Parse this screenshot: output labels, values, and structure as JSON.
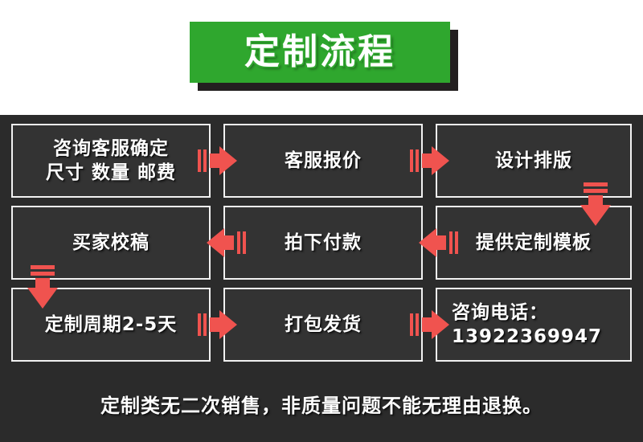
{
  "header": {
    "title": "定制流程"
  },
  "colors": {
    "banner_green": "#2FA72E",
    "banner_shadow": "#231f20",
    "panel_bg": "#2b2b2b",
    "box_bg": "#333333",
    "box_border": "#f2f2f2",
    "arrow_red": "#F0534F",
    "text_white": "#ffffff",
    "page_bg": "#ffffff"
  },
  "flow": {
    "rows": [
      {
        "direction": "right",
        "boxes": [
          {
            "text": "咨询客服确定\n尺寸 数量 邮费",
            "align": "center"
          },
          {
            "text": "客服报价",
            "align": "center"
          },
          {
            "text": "设计排版",
            "align": "center"
          }
        ]
      },
      {
        "direction": "left",
        "boxes": [
          {
            "text": "买家校稿",
            "align": "center"
          },
          {
            "text": "拍下付款",
            "align": "center"
          },
          {
            "text": "提供定制模板",
            "align": "center"
          }
        ]
      },
      {
        "direction": "right",
        "boxes": [
          {
            "text": "定制周期2-5天",
            "align": "center"
          },
          {
            "text": "打包发货",
            "align": "center"
          },
          {
            "text": "咨询电话：\n13922369947",
            "align": "left"
          }
        ]
      }
    ],
    "connectors": [
      {
        "name": "arrow-right-r1c1",
        "type": "right"
      },
      {
        "name": "arrow-right-r1c2",
        "type": "right"
      },
      {
        "name": "arrow-down-right",
        "type": "down"
      },
      {
        "name": "arrow-left-r2c1",
        "type": "left"
      },
      {
        "name": "arrow-left-r2c2",
        "type": "left"
      },
      {
        "name": "arrow-down-left",
        "type": "down"
      },
      {
        "name": "arrow-right-r3c1",
        "type": "right"
      },
      {
        "name": "arrow-right-r3c2",
        "type": "right"
      }
    ]
  },
  "footer": {
    "note": "定制类无二次销售，非质量问题不能无理由退换。"
  }
}
